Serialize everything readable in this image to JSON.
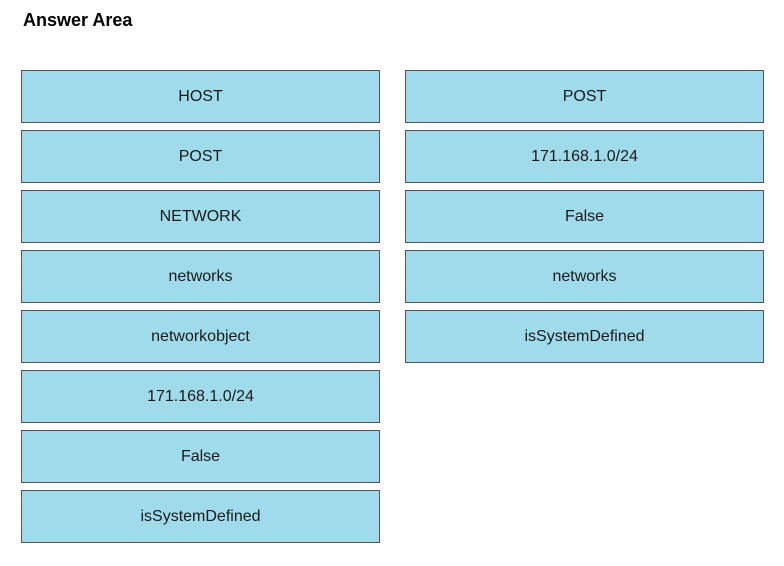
{
  "header": {
    "title": "Answer Area"
  },
  "left_column": {
    "items": [
      "HOST",
      "POST",
      "NETWORK",
      "networks",
      "networkobject",
      "171.168.1.0/24",
      "False",
      "isSystemDefined"
    ]
  },
  "right_column": {
    "items": [
      "POST",
      "171.168.1.0/24",
      "False",
      "networks",
      "isSystemDefined"
    ]
  },
  "colors": {
    "tile_fill": "#9fdbeb",
    "tile_border": "#555555"
  }
}
